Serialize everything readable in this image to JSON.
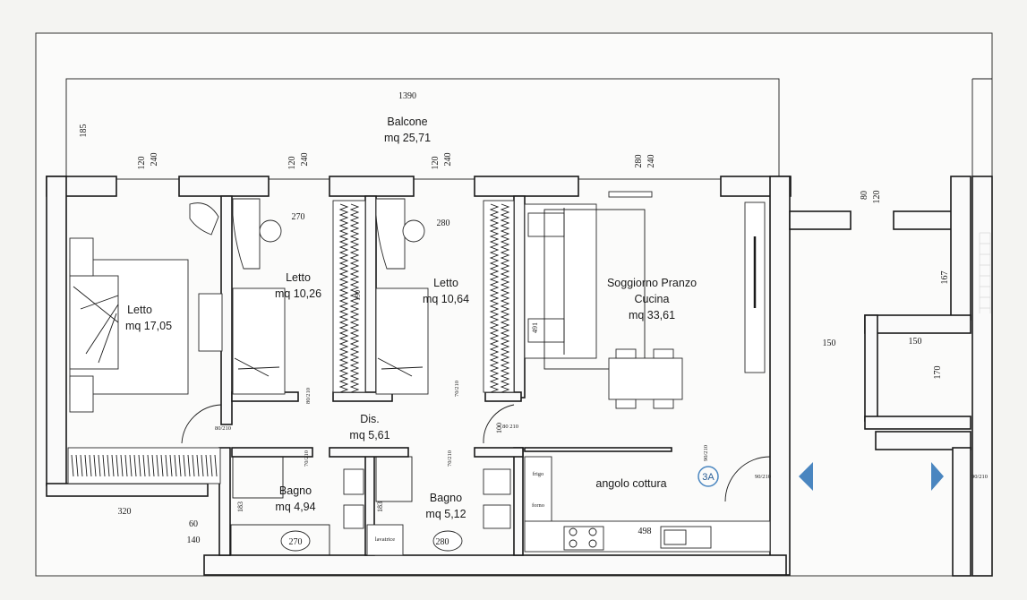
{
  "rooms": [
    {
      "id": "balcone",
      "name": "Balcone",
      "area": "mq 25,71"
    },
    {
      "id": "letto1",
      "name": "Letto",
      "area": "mq 17,05"
    },
    {
      "id": "letto2",
      "name": "Letto",
      "area": "mq 10,26"
    },
    {
      "id": "letto3",
      "name": "Letto",
      "area": "mq 10,64"
    },
    {
      "id": "soggiorno",
      "name": "Soggiorno Pranzo",
      "name2": "Cucina",
      "area": "mq 33,61"
    },
    {
      "id": "dis",
      "name": "Dis.",
      "area": "mq 5,61"
    },
    {
      "id": "bagno1",
      "name": "Bagno",
      "area": "mq 4,94"
    },
    {
      "id": "bagno2",
      "name": "Bagno",
      "area": "mq 5,12"
    },
    {
      "id": "cottura",
      "name": "angolo cottura"
    }
  ],
  "dimensions": {
    "balcony_width": "1390",
    "balcony_depth": "185",
    "win1_w": "120",
    "win1_h": "240",
    "win2_w": "120",
    "win2_h": "240",
    "win3_w": "120",
    "win3_h": "240",
    "win4_w": "280",
    "win4_h": "240",
    "win5_w": "80",
    "win5_h": "120",
    "room2_w": "270",
    "room3_w": "280",
    "dim_320": "320",
    "dim_60": "60",
    "dim_140": "140",
    "dim_183a": "183",
    "dim_183b": "183",
    "dim_270b": "270",
    "dim_280b": "280",
    "dim_498": "498",
    "dim_150a": "150",
    "dim_150b": "150",
    "dim_170": "170",
    "dim_167": "167",
    "dim_491": "491",
    "dim_100": "100",
    "dim_190": "190"
  },
  "doors": {
    "d80_210": "80/210",
    "d70_210": "70/210",
    "d90_210": "90/210",
    "d80_210_short": "80 210"
  },
  "appliances": {
    "frigo": "frigo",
    "forno": "forno",
    "lavatrice": "lavatrice"
  },
  "unit_badge": "3A",
  "colors": {
    "arrow": "#4a86c0",
    "wall": "#1a1a1a",
    "paper": "#f4f4f2"
  }
}
